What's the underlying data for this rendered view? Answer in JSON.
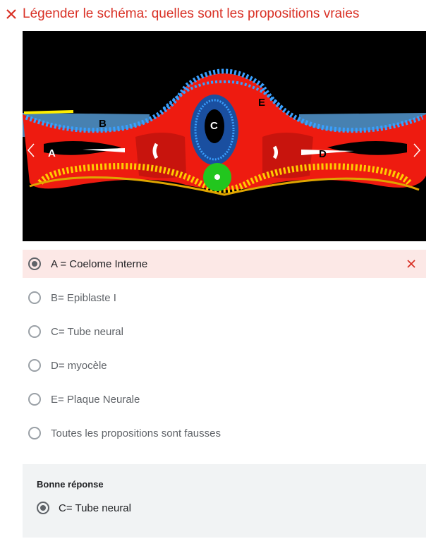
{
  "question": {
    "title": "Légender le schéma: quelles sont les propositions vraies",
    "status": "incorrect",
    "accent_color": "#d93025"
  },
  "figure": {
    "labels": {
      "a": "A",
      "b": "B",
      "c": "C",
      "d": "D",
      "e": "E"
    },
    "nav_prev_icon": "chevron-left-icon",
    "nav_next_icon": "chevron-right-icon"
  },
  "options": [
    {
      "label": "A = Coelome Interne",
      "selected": true,
      "marked_wrong": true
    },
    {
      "label": "B= Epiblaste I",
      "selected": false
    },
    {
      "label": "C= Tube neural",
      "selected": false
    },
    {
      "label": "D= myocèle",
      "selected": false
    },
    {
      "label": "E= Plaque Neurale",
      "selected": false
    },
    {
      "label": "Toutes les propositions sont fausses",
      "selected": false
    }
  ],
  "correct_answer": {
    "heading": "Bonne réponse",
    "label": "C= Tube neural"
  },
  "colors": {
    "wrong_bg": "#fce8e6",
    "answer_bg": "#f1f3f4"
  }
}
